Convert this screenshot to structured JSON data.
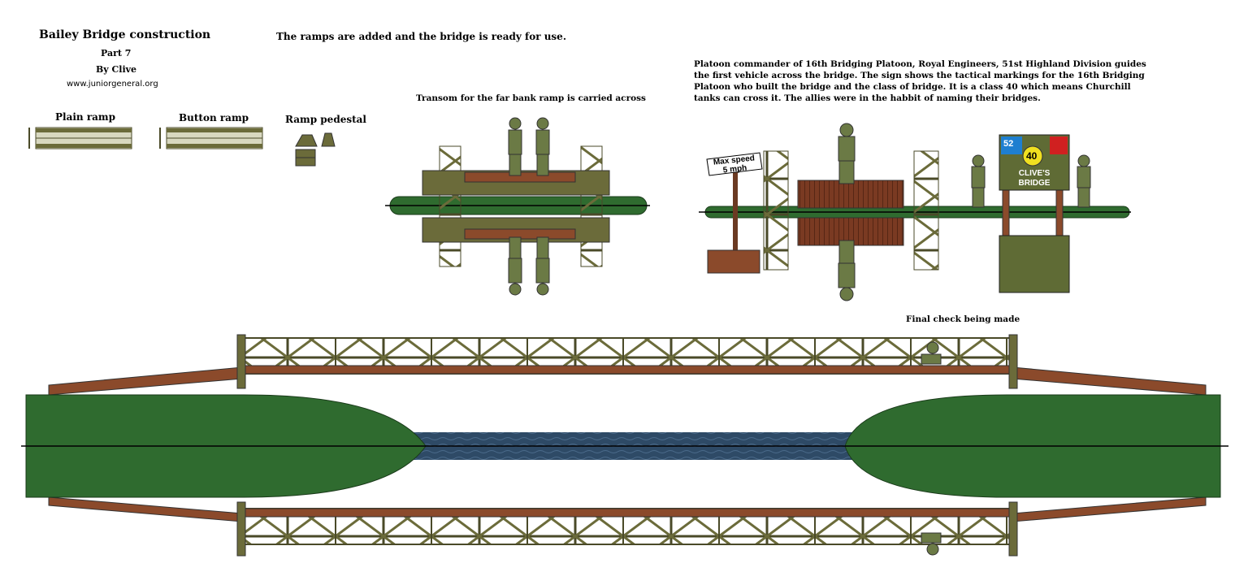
{
  "header": {
    "title": "Bailey Bridge construction",
    "part": "Part 7",
    "author": "By Clive",
    "url": "www.juniorgeneral.org",
    "intro": "The ramps are added and the bridge is ready for use."
  },
  "parts": {
    "plain_ramp": "Plain ramp",
    "button_ramp": "Button ramp",
    "ramp_pedestal": "Ramp pedestal"
  },
  "captions": {
    "transom": "Transom for the far bank ramp is carried across",
    "commander": "Platoon commander of 16th Bridging Platoon, Royal Engineers, 51st Highland Division guides the first vehicle across the bridge. The sign shows the tactical markings for the 16th Bridging Platoon who built the bridge and the class of bridge. It is a class 40 which means Churchill tanks can cross it. The allies were in the habbit of naming their bridges.",
    "final_check": "Final check being made"
  },
  "signs": {
    "max_speed_line1": "Max speed",
    "max_speed_line2": "5 mph",
    "unit_number": "52",
    "bridge_class": "40",
    "bridge_name_line1": "CLIVE'S",
    "bridge_name_line2": "BRIDGE"
  },
  "colors": {
    "olive": "#6b6b3a",
    "grass": "#2f6b2f",
    "water": "#2e4a66",
    "deck": "#8b4a2b",
    "sign_blue": "#1e7fd0",
    "sign_yellow": "#f0e020",
    "sign_red": "#d02020"
  }
}
